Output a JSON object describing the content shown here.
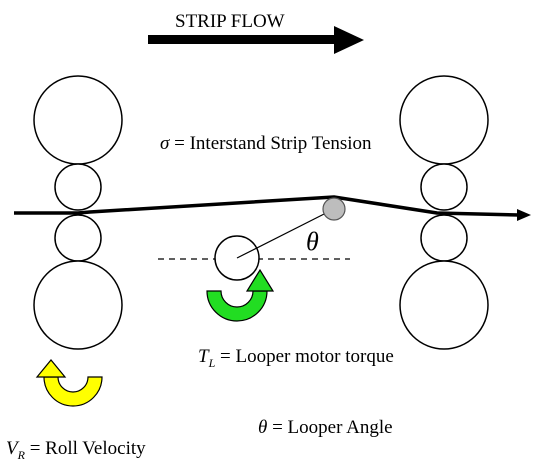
{
  "header": {
    "flow_label": "STRIP FLOW"
  },
  "labels": {
    "tension": {
      "symbol": "σ",
      "text": " = Interstand Strip Tension"
    },
    "theta_symbol": "θ",
    "torque": {
      "symbol": "T",
      "subscript": "L",
      "text": " = Looper motor torque"
    },
    "angle": {
      "symbol": "θ",
      "text": " = Looper Angle"
    },
    "velocity": {
      "symbol": "V",
      "subscript": "R",
      "text": " = Roll Velocity"
    }
  },
  "colors": {
    "line": "#000000",
    "roll_fill": "#ffffff",
    "looper_pivot": "#bdbdbd",
    "looper_arrow": "#22dd22",
    "roll_arrow": "#ffff00"
  },
  "icons": {
    "flow_arrow": "right-arrow-icon",
    "looper_rotation": "curved-arrow-icon",
    "roll_rotation": "curved-arrow-icon"
  }
}
